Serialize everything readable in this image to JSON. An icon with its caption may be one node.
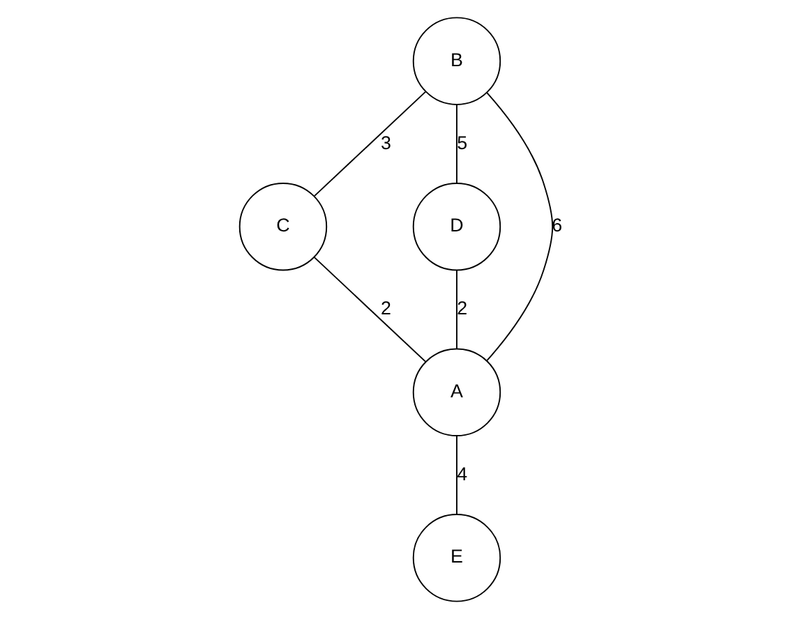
{
  "diagram": {
    "nodes": [
      {
        "text": [
          "B"
        ]
      },
      {
        "text": [
          "C"
        ]
      },
      {
        "text": [
          "D"
        ]
      },
      {
        "text": [
          "A"
        ]
      },
      {
        "text": [
          "E"
        ]
      }
    ],
    "edges": [
      {
        "from": 0,
        "to": 1,
        "arrow": "none",
        "label": "3"
      },
      {
        "from": 0,
        "to": 2,
        "arrow": "none",
        "label": "5"
      },
      {
        "from": 0,
        "to": 3,
        "arrow": "none",
        "label": "6"
      },
      {
        "from": 1,
        "to": 3,
        "arrow": "none",
        "label": "2"
      },
      {
        "from": 2,
        "to": 3,
        "arrow": "none",
        "label": "2"
      },
      {
        "from": 3,
        "to": 4,
        "arrow": "none",
        "label": "4"
      }
    ]
  }
}
